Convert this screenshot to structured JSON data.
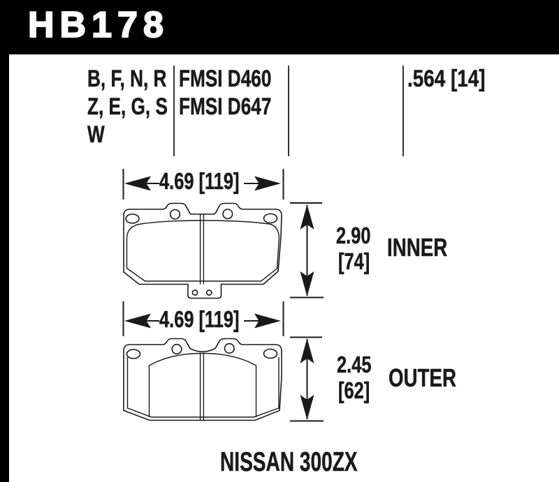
{
  "part_number": "HB178",
  "compound_codes": [
    "B, F, N, R",
    "Z, E, G, S",
    "W"
  ],
  "fmsi_numbers": [
    "FMSI D460",
    "FMSI D647"
  ],
  "pad_thickness": ".564 [14]",
  "dimensions": {
    "inner": {
      "width": "4.69 [119]",
      "height_in": "2.90",
      "height_mm": "[74]",
      "label": "INNER"
    },
    "outer": {
      "width": "4.69 [119]",
      "height_in": "2.45",
      "height_mm": "[62]",
      "label": "OUTER"
    }
  },
  "vehicle": "NISSAN 300ZX",
  "colors": {
    "ink": "#1a1a1a",
    "banner_bg": "#000000",
    "banner_text": "#ffffff",
    "page_bg": "#ffffff"
  }
}
